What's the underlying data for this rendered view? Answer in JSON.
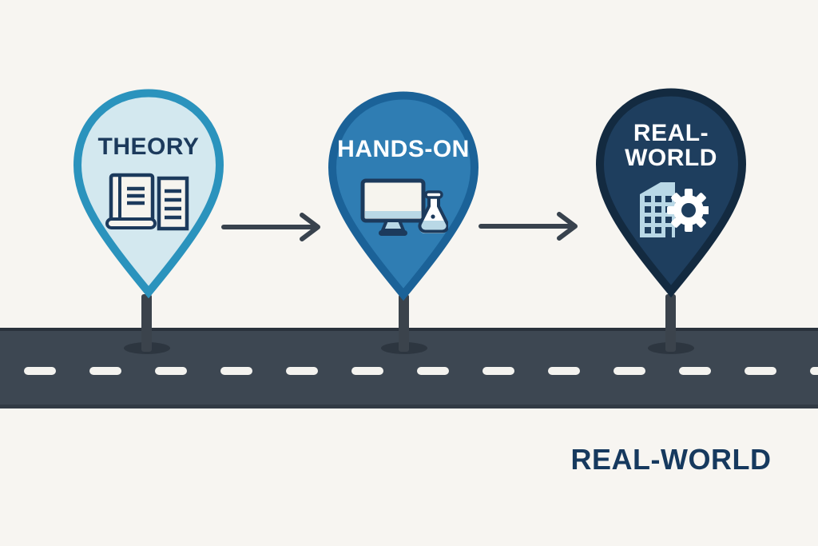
{
  "theme": {
    "bg": "#f7f5f1",
    "navy": "#1c3a5c",
    "white": "#ffffff",
    "ivory": "#f6f4ee",
    "light_blue": "#b9d8e6",
    "pin1_fill": "#d3e8ef",
    "pin1_border": "#2b93bd",
    "pin2_fill": "#2f7db3",
    "pin2_border": "#1b6298",
    "pin3_fill": "#1e3e5e",
    "pin3_border": "#132a40",
    "arrow": "#38424d",
    "road": "#3d4752",
    "road_edge_top": "#2a323c",
    "road_edge_bottom": "#323b45",
    "dash": "#f4f3ef",
    "pole": "#3b434c",
    "pole_base": "#2d3640",
    "caption": "#16395e"
  },
  "pins": [
    {
      "label_lines": [
        "THEORY"
      ],
      "icon": "open-book-icon"
    },
    {
      "label_lines": [
        "HANDS-ON"
      ],
      "icon": "monitor-and-flask-icon"
    },
    {
      "label_lines": [
        "REAL-",
        "WORLD"
      ],
      "icon": "building-and-gear-icon"
    }
  ],
  "arrows": [
    {
      "direction": "right"
    },
    {
      "direction": "right"
    }
  ],
  "caption": {
    "text": "REAL-WORLD"
  }
}
